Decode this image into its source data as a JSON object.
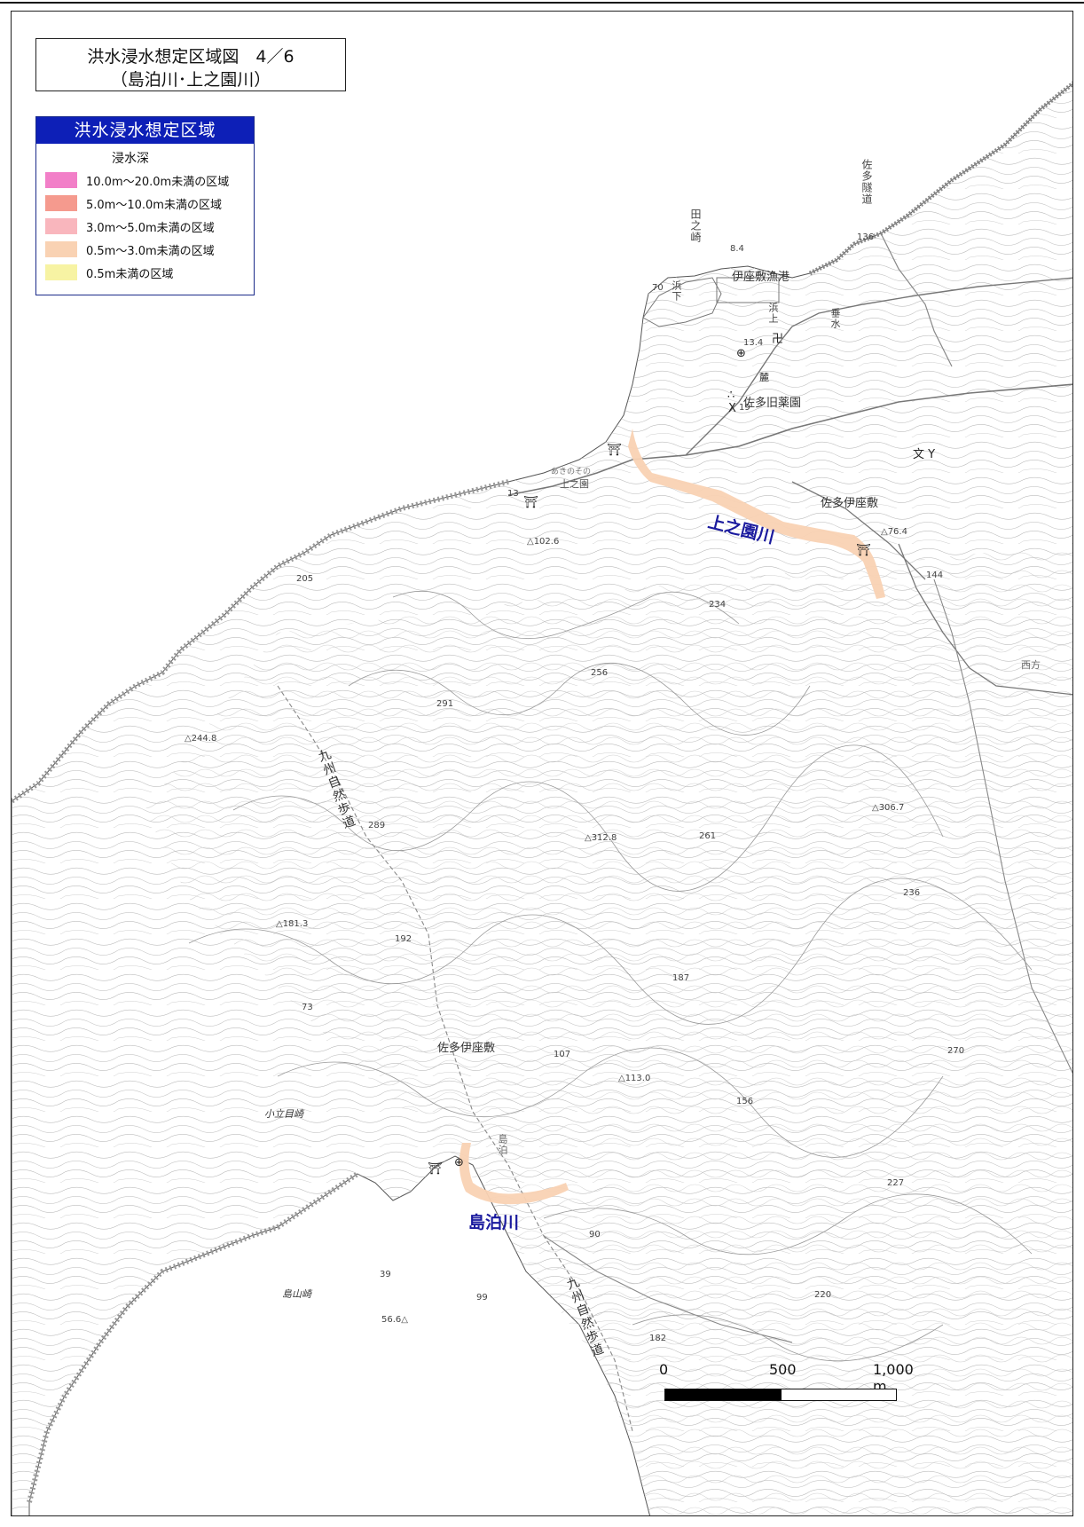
{
  "title": {
    "line1": "洪水浸水想定区域図　4／6",
    "line2": "（島泊川･上之園川）"
  },
  "legend": {
    "header": "洪水浸水想定区域",
    "subtitle": "浸水深",
    "items": [
      {
        "label": "10.0m～20.0m未満の区域",
        "color": "#f27fc8"
      },
      {
        "label": "5.0m～10.0m未満の区域",
        "color": "#f59a8e"
      },
      {
        "label": "3.0m～5.0m未満の区域",
        "color": "#f9b6bd"
      },
      {
        "label": "0.5m～3.0m未満の区域",
        "color": "#f9d2b3"
      },
      {
        "label": "0.5m未満の区域",
        "color": "#f7f3a3"
      }
    ]
  },
  "rivers": {
    "kaminosono": "上之園川",
    "shimadomari": "島泊川"
  },
  "places": {
    "port": "伊座敷漁港",
    "herb_garden": "佐多旧薬園",
    "sata_izashiki_ne": "佐多伊座敷",
    "sata_izashiki_sw": "佐多伊座敷",
    "kaminosono": "上之園",
    "akinosono": "あきのその",
    "tanosaki": "田之崎",
    "sata_tunnel": "佐多隧道",
    "kotatemezaki": "小立目崎",
    "shimayamazaki": "島山崎",
    "nishikata": "西方",
    "shimadomari_v": "島泊",
    "trail_1": "九州自然歩道",
    "trail_2": "九州自然歩道",
    "hamashita": "浜下",
    "hamagami": "浜上",
    "tarumizu": "垂水",
    "fumoto": "麓"
  },
  "elevations": {
    "e136": "136",
    "e70": "70",
    "e13a": "13",
    "e13b": "13.4",
    "e102": "△102.6",
    "e76": "△76.4",
    "e144": "144",
    "e205": "205",
    "e234": "234",
    "e256": "256",
    "e291": "291",
    "e244": "△244.8",
    "e306": "△306.7",
    "e289": "289",
    "e312": "△312.8",
    "e261": "261",
    "e236": "236",
    "e181": "△181.3",
    "e192": "192",
    "e187": "187",
    "e73": "73",
    "e107": "107",
    "e113": "△113.0",
    "e156": "156",
    "e270": "270",
    "e227": "227",
    "e90": "90",
    "e39": "39",
    "e99": "99",
    "e56": "56.6△",
    "e182": "182",
    "e220": "220",
    "e19": "19",
    "e8": "8.4"
  },
  "scale": {
    "zero": "0",
    "mid": "500",
    "max": "1,000 m"
  }
}
